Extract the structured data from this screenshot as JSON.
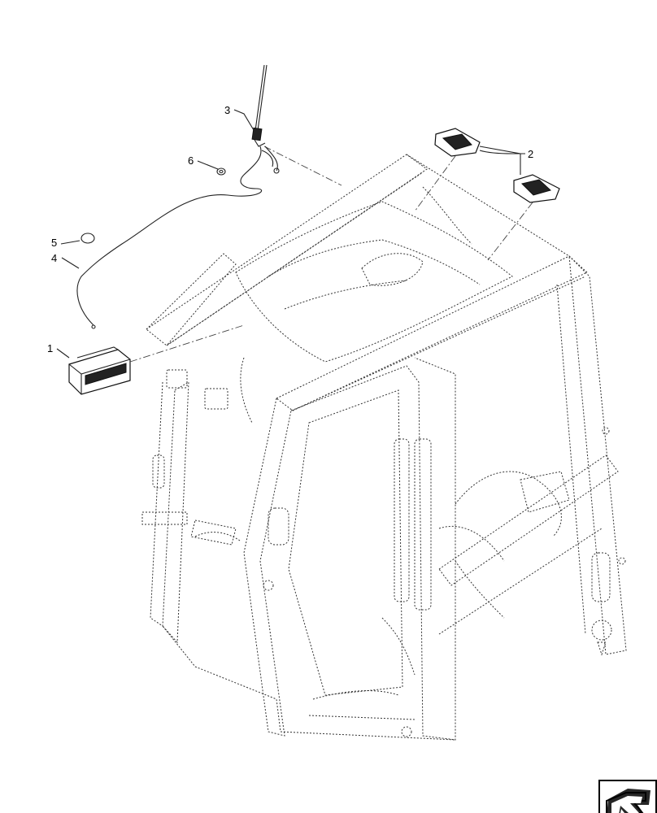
{
  "callouts": [
    {
      "id": "1",
      "label": "1"
    },
    {
      "id": "2",
      "label": "2"
    },
    {
      "id": "3",
      "label": "3"
    },
    {
      "id": "4",
      "label": "4"
    },
    {
      "id": "5",
      "label": "5"
    },
    {
      "id": "6",
      "label": "6"
    }
  ],
  "nav_icon": "arrow-icon"
}
